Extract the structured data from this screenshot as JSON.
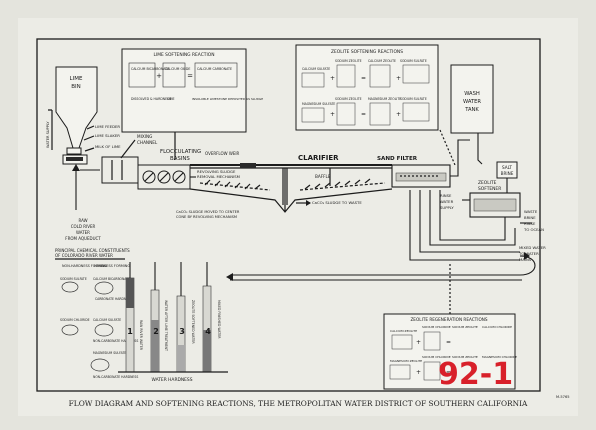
{
  "figure": {
    "caption": "FLOW DIAGRAM AND SOFTENING REACTIONS, THE METROPOLITAN WATER DISTRICT OF SOUTHERN CALIFORNIA",
    "figure_number": "M-5765",
    "page_mark": "92-1",
    "accent_color": "#d8202a"
  },
  "labels": {
    "lime_bin": [
      "LIME",
      "BIN"
    ],
    "water_supply": "WATER SUPPLY",
    "lime_feeder": "LIME FEEDER",
    "lime_slaker": "LIME SLAKER",
    "milk_of_lime": "MILK OF LIME",
    "mixing_channel": [
      "MIXING",
      "CHANNEL"
    ],
    "flocculating_basins": [
      "FLOCCULATING",
      "BASINS"
    ],
    "overflow_weir": "OVERFLOW WEIR",
    "clarifier": "CLARIFIER",
    "sand_filter": "SAND FILTER",
    "revolving_sludge": [
      "REVOLVING SLUDGE",
      "REMOVAL MECHANISM"
    ],
    "baffle": "BAFFLE",
    "caco3_sludge_center": [
      "CaCO₃ SLUDGE MOVED TO CENTER",
      "CONE BY REVOLVING MECHANISM"
    ],
    "caco3_sludge_waste": "CaCO₃ SLUDGE TO WASTE",
    "raw_water": [
      "RAW",
      "COLD RIVER",
      "WATER",
      "FROM AQUEDUCT"
    ],
    "wash_water_tank": [
      "WASH",
      "WATER",
      "TANK"
    ],
    "salt_brine": [
      "SALT",
      "BRINE"
    ],
    "zeolite_softener": [
      "ZEOLITE",
      "SOFTENER"
    ],
    "rinse_water_supply": [
      "RINSE",
      "WATER",
      "SUPPLY"
    ],
    "waste_brine": [
      "WASTE",
      "BRINE",
      "RINSE",
      "TO OCEAN"
    ],
    "mixed_water": [
      "MIXED WATER",
      "TO WATER",
      "MAINS"
    ],
    "water_hardness": "WATER HARDNESS",
    "column_numbers": [
      "1",
      "2",
      "3",
      "4"
    ],
    "column_captions": [
      "RAW RIVER WATER",
      "WATER AFTER LIME TREATMENT",
      "ZEOLITE SOFTENED WATER",
      "MIXED FINISHED WATER"
    ]
  },
  "panels": {
    "lime_reaction": {
      "title": "LIME SOFTENING REACTION",
      "rows": [
        {
          "lhs": "CALCIUM BICARBONATE",
          "plus": "CALCIUM OXIDE",
          "arrow": "+",
          "rhs": "CALCIUM CARBONATE"
        },
        {
          "lhs": "DISSOLVED & HARDNESS",
          "plus": "LIME",
          "arrow": "",
          "rhs": "INSOLUBLE LIMESTONE DEPOSITED AS SLUDGE"
        }
      ]
    },
    "zeolite_reaction": {
      "title": "ZEOLITE SOFTENING REACTIONS",
      "items": [
        "CALCIUM SULFATE",
        "SODIUM ZEOLITE",
        "CALCIUM ZEOLITE",
        "SODIUM SULFATE",
        "MAGNESIUM SULFATE",
        "SODIUM ZEOLITE",
        "MAGNESIUM ZEOLITE",
        "SODIUM SULFATE"
      ]
    },
    "constituents": {
      "title": [
        "PRINCIPAL CHEMICAL CONSTITUENTS",
        "OF COLORADO RIVER WATER"
      ],
      "col_headers": [
        "NON-HARDNESS FORMING",
        "HARDNESS FORMING"
      ],
      "items": [
        "SODIUM SULFATE",
        "CALCIUM BICARBONATE",
        "CARBONATE HARDNESS",
        "SODIUM CHLORIDE",
        "CALCIUM SULFATE",
        "NON-CARBONATE HARDNESS",
        "MAGNESIUM SULFATE",
        "NON-CARBONATE HARDNESS"
      ]
    },
    "regeneration": {
      "title": "ZEOLITE REGENERATION REACTIONS",
      "items": [
        "CALCIUM ZEOLITE",
        "SODIUM CHLORIDE",
        "SODIUM ZEOLITE",
        "CALCIUM CHLORIDE",
        "MAGNESIUM ZEOLITE",
        "SODIUM CHLORIDE",
        "SODIUM ZEOLITE",
        "MAGNESIUM CHLORIDE"
      ]
    }
  }
}
